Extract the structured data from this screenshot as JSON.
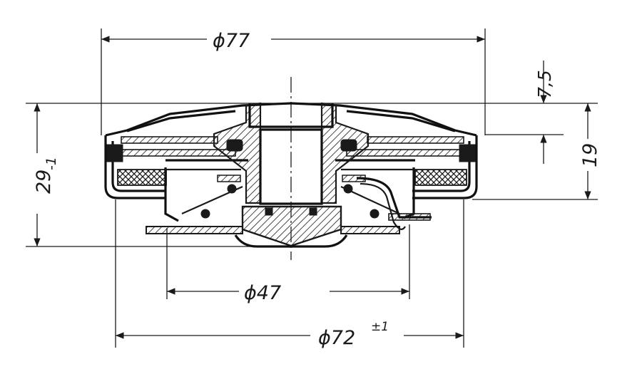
{
  "dimensions": {
    "outer_diameter": "ϕ77",
    "inner_diameter": "ϕ47",
    "flange_diameter_main": "ϕ72",
    "flange_diameter_tol": "±1",
    "overall_height_main": "29",
    "overall_height_tol": "-1",
    "body_height": "19",
    "cap_height": "7,5"
  },
  "colors": {
    "ink": "#1a1a1a",
    "paper": "#ffffff"
  }
}
